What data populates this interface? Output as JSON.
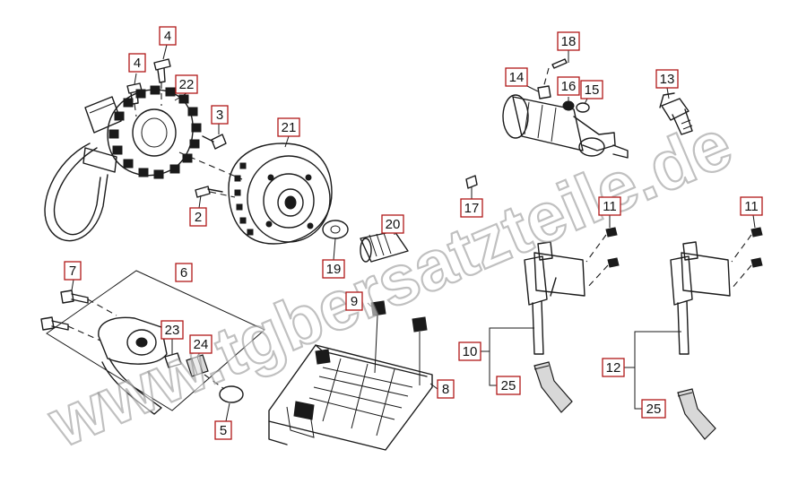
{
  "watermark": "www.tgbersatzteile.de",
  "callouts": [
    {
      "id": "c18",
      "label": "18"
    },
    {
      "id": "c14",
      "label": "14"
    },
    {
      "id": "c16",
      "label": "16"
    },
    {
      "id": "c15",
      "label": "15"
    },
    {
      "id": "c13",
      "label": "13"
    },
    {
      "id": "c4a",
      "label": "4"
    },
    {
      "id": "c4b",
      "label": "4"
    },
    {
      "id": "c22",
      "label": "22"
    },
    {
      "id": "c3",
      "label": "3"
    },
    {
      "id": "c21",
      "label": "21"
    },
    {
      "id": "c2",
      "label": "2"
    },
    {
      "id": "c17",
      "label": "17"
    },
    {
      "id": "c20",
      "label": "20"
    },
    {
      "id": "c19",
      "label": "19"
    },
    {
      "id": "c11a",
      "label": "11"
    },
    {
      "id": "c11b",
      "label": "11"
    },
    {
      "id": "c7",
      "label": "7"
    },
    {
      "id": "c6",
      "label": "6"
    },
    {
      "id": "c9",
      "label": "9"
    },
    {
      "id": "c23",
      "label": "23"
    },
    {
      "id": "c24",
      "label": "24"
    },
    {
      "id": "c10",
      "label": "10"
    },
    {
      "id": "c12",
      "label": "12"
    },
    {
      "id": "c8",
      "label": "8"
    },
    {
      "id": "c25a",
      "label": "25"
    },
    {
      "id": "c25b",
      "label": "25"
    },
    {
      "id": "c5",
      "label": "5"
    }
  ]
}
